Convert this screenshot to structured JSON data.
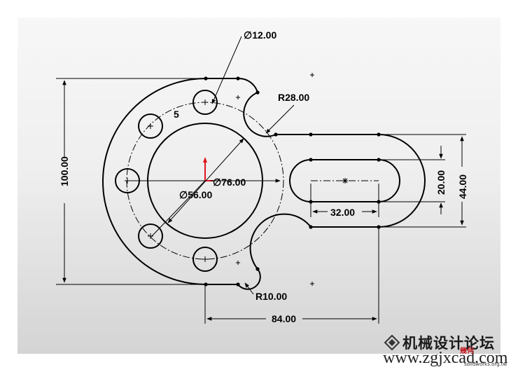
{
  "drawing": {
    "dimensions": {
      "hole_small_dia": "∅12.00",
      "arc_radius_large": "R28.00",
      "pattern_count": "5",
      "bolt_circle_dia": "∅76.00",
      "center_hole_dia": "∅56.00",
      "overall_height": "100.00",
      "slot_length": "32.00",
      "slot_width": "20.00",
      "tab_width": "44.00",
      "fillet_radius": "R10.00",
      "center_distance": "84.00"
    },
    "colors": {
      "outline": "#000000",
      "origin_red": "#e0141b",
      "centerline": "#000000"
    }
  },
  "watermark": {
    "title": "机械设计论坛",
    "url": "www.zgjxcad.com",
    "badge": "幾何",
    "site": "solidworks.org.tw"
  }
}
